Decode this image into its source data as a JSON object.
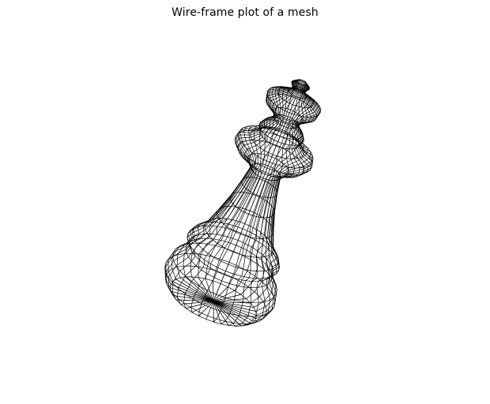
{
  "figure": {
    "title": "Wire-frame plot of a mesh"
  },
  "mesh": {
    "object": "chess-king",
    "render_style": "wireframe",
    "line_color": "#000000",
    "background_color": "#ffffff"
  }
}
